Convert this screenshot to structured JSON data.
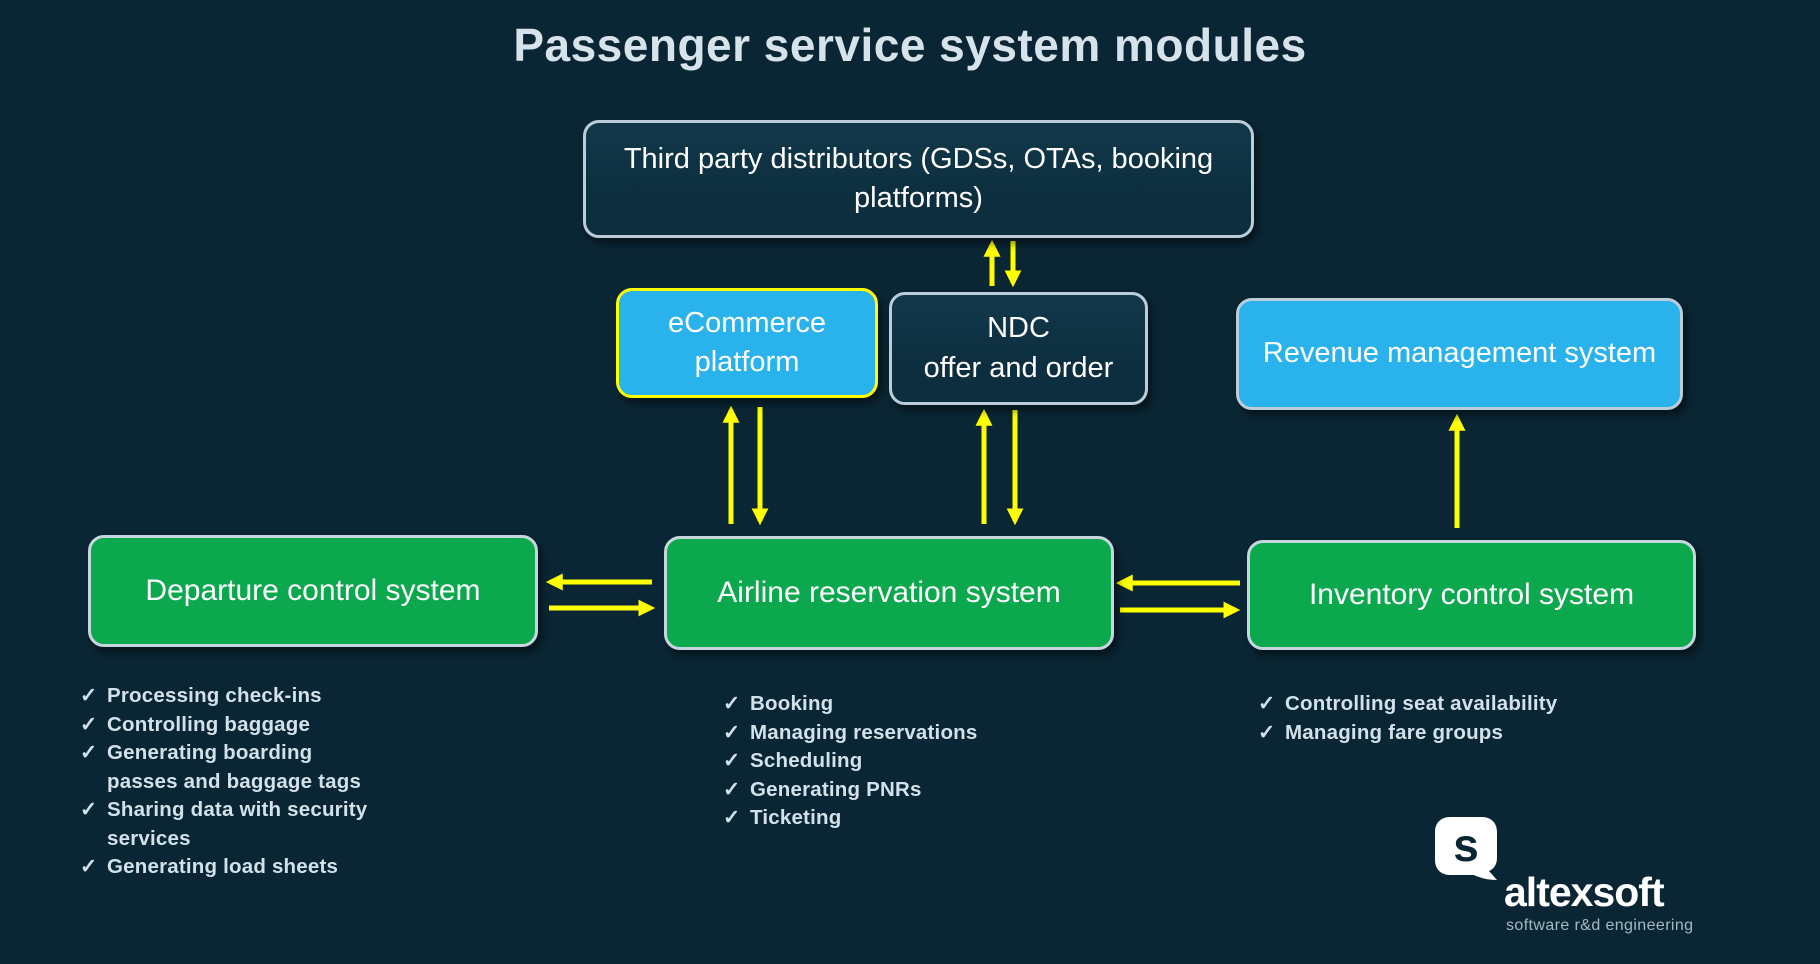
{
  "title": "Passenger service system modules",
  "checkmark": "✓",
  "colors": {
    "background": "#0A2634",
    "box_dark": "#0D3141",
    "box_green": "#0BA84E",
    "box_blue": "#29B2EC",
    "arrow_yellow": "#FFFF00",
    "border_light": "#BCCDD9",
    "title_text": "#D6E3EB",
    "checklist_text": "#D2E1EA"
  },
  "nodes": {
    "third_party_distributors": {
      "label": "Third party distributors (GDSs, OTAs, booking\nplatforms)"
    },
    "ecommerce_platform": {
      "label": "eCommerce\nplatform"
    },
    "ndc": {
      "label": "NDC\noffer and order"
    },
    "revenue_management": {
      "label": "Revenue management system"
    },
    "departure_control": {
      "label": "Departure control system"
    },
    "airline_reservation": {
      "label": "Airline reservation system"
    },
    "inventory_control": {
      "label": "Inventory control system"
    }
  },
  "checklists": {
    "departure_control": [
      "Processing check-ins",
      "Controlling baggage",
      "Generating boarding\npasses and baggage tags",
      "Sharing data with security\nservices",
      "Generating load sheets"
    ],
    "airline_reservation": [
      "Booking",
      "Managing reservations",
      "Scheduling",
      "Generating PNRs",
      "Ticketing"
    ],
    "inventory_control": [
      "Controlling seat availability",
      "Managing fare groups"
    ]
  },
  "edges": [
    {
      "from": "third_party_distributors",
      "to": "ndc",
      "type": "bidirectional"
    },
    {
      "from": "ecommerce_platform",
      "to": "airline_reservation",
      "type": "bidirectional"
    },
    {
      "from": "ndc",
      "to": "airline_reservation",
      "type": "bidirectional"
    },
    {
      "from": "inventory_control",
      "to": "revenue_management",
      "type": "one-way-up"
    },
    {
      "from": "departure_control",
      "to": "airline_reservation",
      "type": "bidirectional"
    },
    {
      "from": "airline_reservation",
      "to": "inventory_control",
      "type": "bidirectional"
    }
  ],
  "logo": {
    "icon_letter": "s",
    "wordmark": "altexsoft",
    "tagline": "software r&d engineering"
  }
}
